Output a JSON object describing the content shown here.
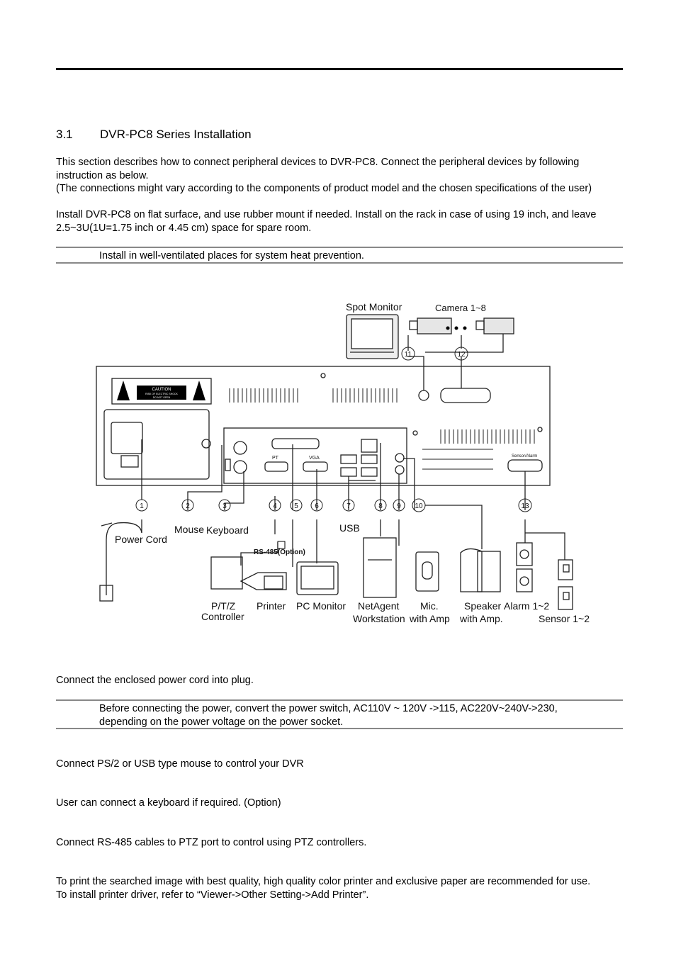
{
  "section": {
    "number": "3.1",
    "title": "DVR-PC8 Series Installation"
  },
  "intro": {
    "line1": "This section describes how to connect peripheral devices to DVR-PC8. Connect the peripheral devices by following",
    "line2": "instruction as below.",
    "line3": "(The connections might vary according to the components of product model and the chosen specifications of the user)"
  },
  "install": {
    "line1": "Install DVR-PC8 on flat surface, and use rubber mount if needed. Install on the rack in case of using 19 inch, and leave",
    "line2": "2.5~3U(1U=1.75 inch or 4.45 cm) space for spare room."
  },
  "note1": "Install in well-ventilated places for system heat prevention.",
  "diagram": {
    "spot_monitor": "Spot Monitor",
    "camera": "Camera 1~8",
    "caution": "CAUTION",
    "caution_sub1": "RISK OF ELECTRIC SHOCK",
    "caution_sub2": "DO NOT OPEN",
    "port_pt": "PT",
    "port_vga": "VGA",
    "port_sensor": "Sensor/Alarm",
    "numbers": [
      "1",
      "2",
      "3",
      "4",
      "5",
      "6",
      "7",
      "8",
      "9",
      "10",
      "11",
      "12",
      "13"
    ],
    "power_cord": "Power Cord",
    "mouse": "Mouse",
    "keyboard": "Keyboard",
    "usb": "USB",
    "rs485": "RS-485(Option)",
    "ptz_1": "P/T/Z",
    "ptz_2": "Controller",
    "printer": "Printer",
    "pc_monitor": "PC Monitor",
    "netagent_1": "NetAgent",
    "netagent_2": "Workstation",
    "mic_1": "Mic.",
    "mic_2": "with Amp",
    "speaker_1": "Speaker",
    "speaker_2": "with Amp.",
    "alarm": "Alarm 1~2",
    "sensor": "Sensor 1~2"
  },
  "power_text": "Connect the enclosed power cord into plug.",
  "note2": {
    "line1": "Before connecting the power, convert the power switch, AC110V ~ 120V ->115, AC220V~240V->230,",
    "line2": "depending on the power voltage on the power socket."
  },
  "mouse_text": "Connect PS/2 or USB type mouse to control your DVR",
  "keyboard_text": "User can connect a keyboard if required. (Option)",
  "ptz_text": "Connect RS-485 cables to PTZ port to control using PTZ controllers.",
  "printer_text": {
    "line1": "To print the searched image with best quality, high quality color printer and exclusive paper are recommended for use.",
    "line2": "To install printer driver, refer to “Viewer->Other Setting->Add Printer”."
  }
}
